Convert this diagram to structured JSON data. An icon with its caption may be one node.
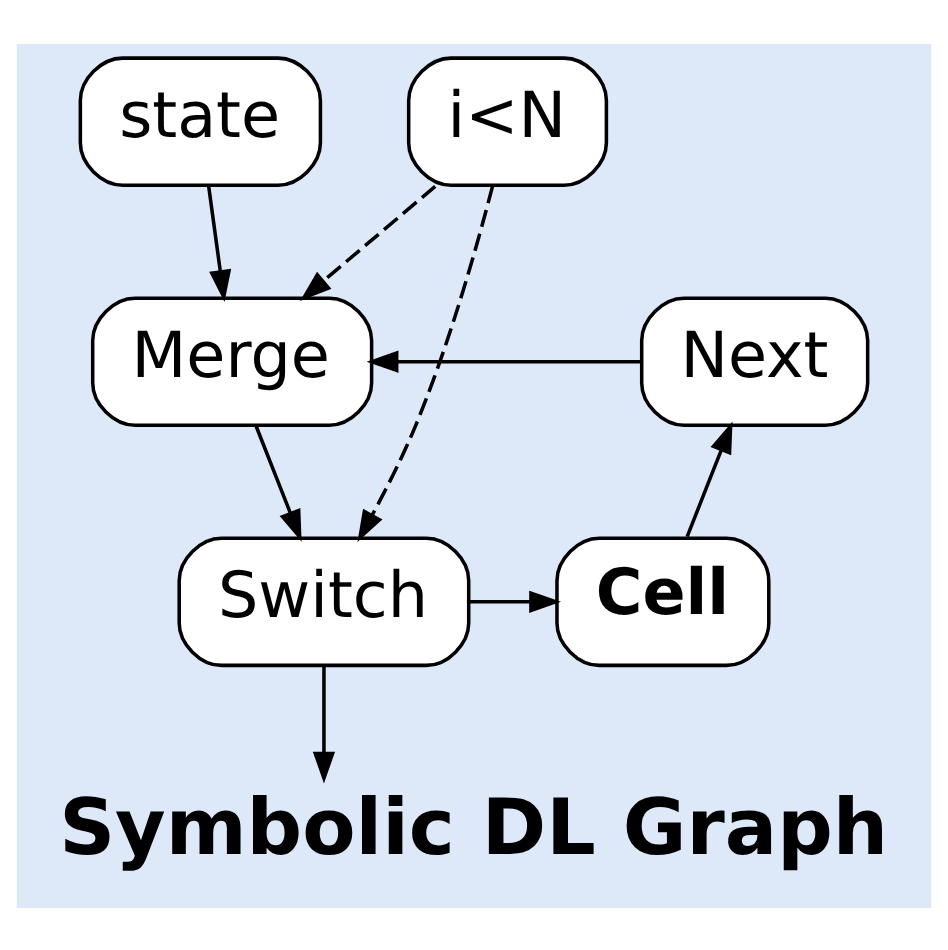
{
  "diagram": {
    "title": "Symbolic DL Graph",
    "nodes": [
      {
        "text": [
          "state"
        ]
      },
      {
        "text": [
          "Merge"
        ]
      },
      {
        "text": [
          "Next"
        ]
      },
      {
        "text": [
          "i<N"
        ]
      },
      {
        "text": [
          "Switch"
        ]
      },
      {
        "text": [
          "Cell"
        ]
      }
    ],
    "edges": [
      {
        "from": 0,
        "to": 1,
        "arrow": "to"
      },
      {
        "from": 2,
        "to": 1,
        "arrow": "to"
      },
      {
        "from": 3,
        "to": 1,
        "arrow": "to",
        "style": "dashed"
      },
      {
        "from": 1,
        "to": 4,
        "arrow": "to"
      },
      {
        "from": 3,
        "to": 4,
        "arrow": "to",
        "style": "dashed"
      },
      {
        "from": 4,
        "to": 5,
        "arrow": "to"
      },
      {
        "from": 5,
        "to": 2,
        "arrow": "to"
      },
      {
        "from": 4,
        "to": null,
        "arrow": "to"
      }
    ]
  }
}
